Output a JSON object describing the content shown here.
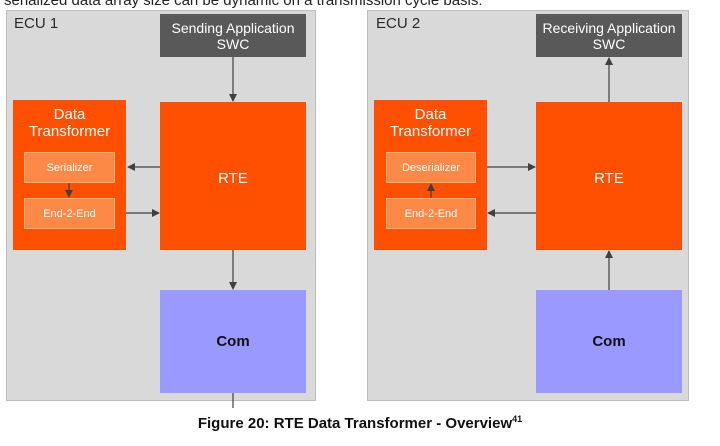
{
  "top_text": "serialized data array size can be dynamic on a transmission cycle basis.",
  "ecu1": {
    "title": "ECU 1",
    "swc_label": "Sending Application SWC",
    "data_transformer_label": "Data Transformer",
    "serializer_label": "Serializer",
    "end2end_label": "End-2-End",
    "rte_label": "RTE",
    "com_label": "Com"
  },
  "ecu2": {
    "title": "ECU 2",
    "swc_label": "Receiving Application SWC",
    "data_transformer_label": "Data Transformer",
    "deserializer_label": "Deserializer",
    "end2end_label": "End-2-End",
    "rte_label": "RTE",
    "com_label": "Com"
  },
  "caption": {
    "text": "Figure 20: RTE Data Transformer - Overview",
    "footnote": "41"
  },
  "colors": {
    "ecu_background": "#d9d9d9",
    "swc": "#595959",
    "rte_orange": "#fe5000",
    "sub_block": "#fc8a46",
    "com": "#9999ff",
    "arrow": "#404040"
  }
}
